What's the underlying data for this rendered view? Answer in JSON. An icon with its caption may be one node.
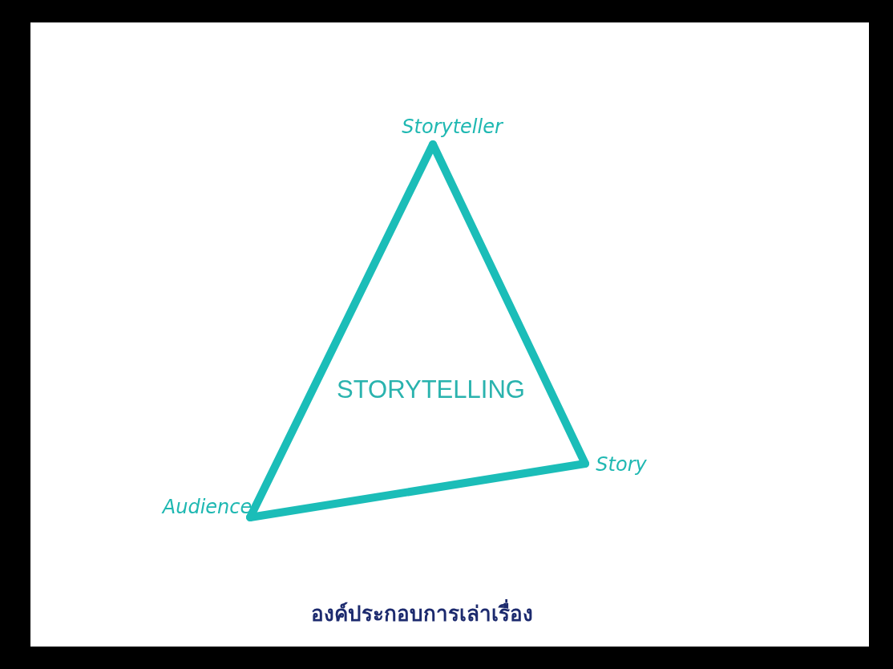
{
  "diagram": {
    "caption": "องค์ประกอบการเล่าเรื่อง",
    "nodes": [
      {
        "text": [
          "Storyteller"
        ]
      },
      {
        "text": [
          "Story"
        ]
      },
      {
        "text": [
          "Audience"
        ]
      }
    ],
    "edges": [
      {
        "from": 0,
        "to": 1,
        "arrow": "none"
      },
      {
        "from": 1,
        "to": 2,
        "arrow": "none"
      },
      {
        "from": 2,
        "to": 0,
        "arrow": "none"
      }
    ],
    "labels": [
      "STORYTELLING"
    ]
  }
}
